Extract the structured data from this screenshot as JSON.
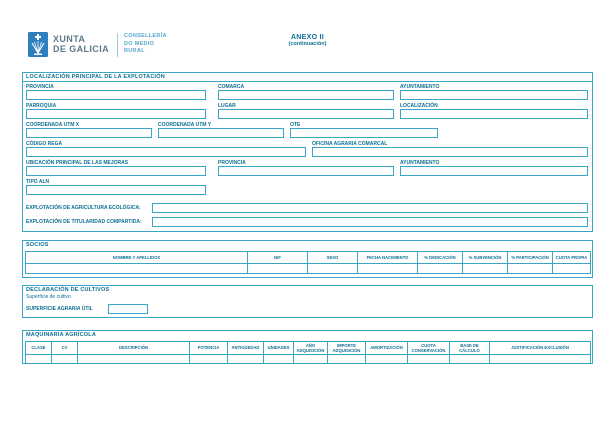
{
  "colors": {
    "accent": "#3aa6c6",
    "label_text": "#0e6f94",
    "logo_blue": "#2e7fbe",
    "logo_gray": "#5e7a8a",
    "department_blue": "#58a7cd"
  },
  "header": {
    "logo": {
      "org_line1": "XUNTA",
      "org_line2": "DE GALICIA",
      "department_line1": "CONSELLERÍA",
      "department_line2": "DO MEDIO",
      "department_line3": "RURAL"
    },
    "title": "ANEXO II",
    "subtitle": "(continuación)"
  },
  "localizacion": {
    "title": "LOCALIZACIÓN PRINCIPAL DE LA EXPLOTACIÓN",
    "fields": {
      "provincia": "PROVINCIA",
      "comarca": "COMARCA",
      "ayuntamiento": "AYUNTAMIENTO",
      "parroquia": "PARROQUIA",
      "lugar": "LUGAR",
      "localizacion": "LOCALIZACIÓN",
      "utm_x": "COORDENADA UTM X",
      "utm_y": "COORDENADA UTM Y",
      "ote": "OTE",
      "codigo_rega": "CÓDIGO REGA",
      "oficina_agraria": "OFICINA AGRARIA COMARCAL",
      "ubicacion_mejoras": "UBICACIÓN PRINCIPAL DE LAS MEJORAS",
      "provincia_mejoras": "PROVINCIA",
      "ayuntamiento_mejoras": "AYUNTAMIENTO",
      "tipo_aln": "TIPO ALN",
      "agricultura_ecologica": "EXPLOTACIÓN DE AGRICULTURA ECOLÓGICA:",
      "titularidad_compartida": "EXPLOTACIÓN DE TITULARIDAD COMPARTIDA:"
    },
    "values": {
      "provincia": "",
      "comarca": "",
      "ayuntamiento": "",
      "parroquia": "",
      "lugar": "",
      "localizacion": "",
      "utm_x": "",
      "utm_y": "",
      "ote": "",
      "codigo_rega": "",
      "oficina_agraria": "",
      "ubicacion_mejoras": "",
      "provincia_mejoras": "",
      "ayuntamiento_mejoras": "",
      "tipo_aln": "",
      "agricultura_ecologica": "",
      "titularidad_compartida": ""
    }
  },
  "socios": {
    "title": "SOCIOS",
    "columns": [
      "NOMBRE Y APELLIDOS",
      "NIF",
      "SEXO",
      "FECHA NACIMIENTO",
      "% DEDICACIÓN",
      "% SUBVENCIÓN",
      "% PARTICIPACIÓN",
      "CUOTA PROPIA"
    ],
    "rows": [
      [
        "",
        "",
        "",
        "",
        "",
        "",
        "",
        ""
      ]
    ]
  },
  "cultivos": {
    "title": "DECLARACIÓN DE CULTIVOS",
    "subtitle": "Superficie de cultivo",
    "sau_label": "SUPERFICIE AGRARIA ÚTIL",
    "sau_value": ""
  },
  "maquinaria": {
    "title": "MAQUINARIA AGRÍCOLA",
    "columns": [
      "CLASE",
      "CV",
      "DESCRIPCIÓN",
      "POTENCIA",
      "ANTIGÜEDAD",
      "UNIDADES",
      "AÑO ADQUISICIÓN",
      "IMPORTE ADQUISICIÓN",
      "AMORTIZACIÓN",
      "CUOTA CONSERVACIÓN",
      "BASE DE CÁLCULO",
      "JUSTIFICACIÓN EXCLUSIÓN"
    ],
    "rows": [
      [
        "",
        "",
        "",
        "",
        "",
        "",
        "",
        "",
        "",
        "",
        "",
        ""
      ]
    ]
  }
}
